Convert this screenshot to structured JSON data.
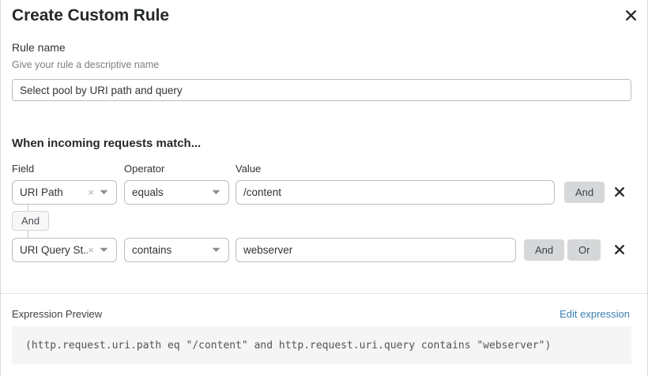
{
  "dialog": {
    "title": "Create Custom Rule",
    "close_icon": "close-icon"
  },
  "rule_name": {
    "label": "Rule name",
    "hint": "Give your rule a descriptive name",
    "value": "Select pool by URI path and query",
    "placeholder": "Select pool by URI path and query"
  },
  "conditions": {
    "heading": "When incoming requests match...",
    "columns": {
      "field": "Field",
      "operator": "Operator",
      "value": "Value"
    },
    "connector": {
      "label": "And"
    },
    "rows": [
      {
        "field": "URI Path",
        "operator": "equals",
        "value": "/content",
        "clear_icon": "×",
        "caret_icon": "chevron-down-icon",
        "buttons": [
          "And"
        ],
        "remove_icon": "close-icon"
      },
      {
        "field": "URI Query St...",
        "operator": "contains",
        "value": "webserver",
        "clear_icon": "×",
        "caret_icon": "chevron-down-icon",
        "buttons": [
          "And",
          "Or"
        ],
        "remove_icon": "close-icon"
      }
    ]
  },
  "expression_preview": {
    "label": "Expression Preview",
    "edit_link": "Edit expression",
    "code": "(http.request.uri.path eq \"/content\" and http.request.uri.query contains \"webserver\")"
  },
  "colors": {
    "link": "#3c7fb1",
    "button_bg": "#d6d7d9",
    "code_bg": "#f5f5f5",
    "border": "#b9bdc1"
  }
}
